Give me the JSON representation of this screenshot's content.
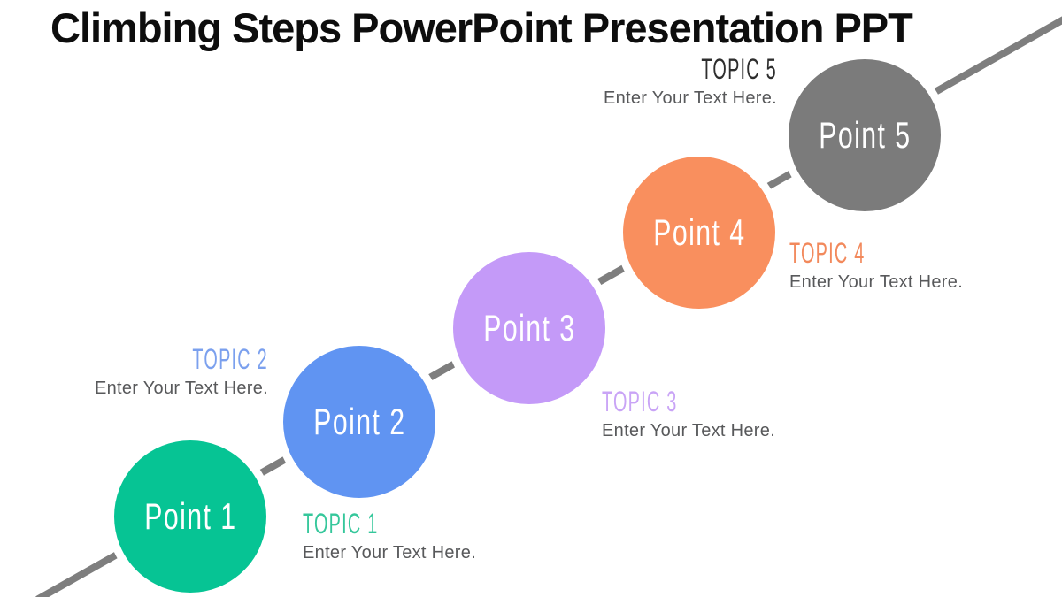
{
  "slide": {
    "title": "Climbing Steps PowerPoint Presentation PPT",
    "background_color": "#ffffff",
    "line_color": "#7e7e7e",
    "body_text_color": "#58595b"
  },
  "points": [
    {
      "label": "Point 1",
      "topic_label": "TOPIC 1",
      "topic_text": "Enter Your Text Here.",
      "circle_color": "#06c494",
      "topic_color": "#35c79b"
    },
    {
      "label": "Point 2",
      "topic_label": "TOPIC 2",
      "topic_text": "Enter Your Text Here.",
      "circle_color": "#6094f2",
      "topic_color": "#7ba0ee"
    },
    {
      "label": "Point 3",
      "topic_label": "TOPIC 3",
      "topic_text": "Enter Your Text Here.",
      "circle_color": "#c49af8",
      "topic_color": "#c9a4f6"
    },
    {
      "label": "Point 4",
      "topic_label": "TOPIC 4",
      "topic_text": "Enter Your Text Here.",
      "circle_color": "#f98f5e",
      "topic_color": "#f2895c"
    },
    {
      "label": "Point 5",
      "topic_label": "TOPIC 5",
      "topic_text": "Enter Your Text Here.",
      "circle_color": "#7b7b7b",
      "topic_color": "#2e2e2e"
    }
  ]
}
